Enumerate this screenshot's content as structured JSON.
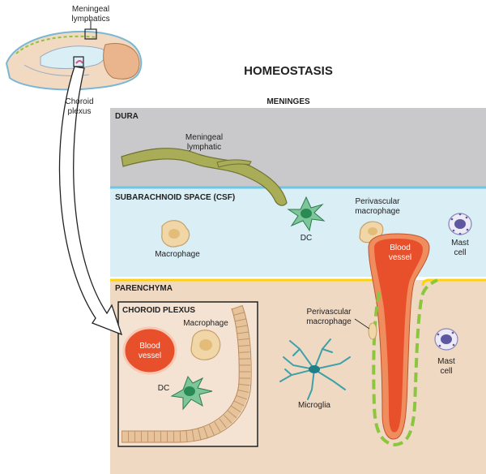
{
  "title": "HOMEOSTASIS",
  "mouse_labels": {
    "meningeal_lymphatics_line1": "Meningeal",
    "meningeal_lymphatics_line2": "lymphatics",
    "choroid_plexus_line1": "Choroid",
    "choroid_plexus_line2": "plexus"
  },
  "meninges_label": "MENINGES",
  "layers": {
    "dura": "DURA",
    "subarachnoid": "SUBARACHNOID SPACE (CSF)",
    "parenchyma": "PARENCHYMA"
  },
  "cells": {
    "meningeal_lymphatic_line1": "Meningeal",
    "meningeal_lymphatic_line2": "lymphatic",
    "dc": "DC",
    "perivascular_macrophage_line1": "Perivascular",
    "perivascular_macrophage_line2": "macrophage",
    "macrophage": "Macrophage",
    "blood_vessel_line1": "Blood",
    "blood_vessel_line2": "vessel",
    "mast_cell_line1": "Mast",
    "mast_cell_line2": "cell",
    "microglia": "Microglia"
  },
  "choroid_plexus_box": {
    "title": "CHOROID PLEXUS",
    "blood_vessel_line1": "Blood",
    "blood_vessel_line2": "vessel",
    "macrophage": "Macrophage",
    "dc": "DC"
  },
  "colors": {
    "dura": "#c9c9cb",
    "csf": "#d9eef5",
    "parenchyma": "#efd9c3",
    "lymphatic": "#a9ad58",
    "blood_vessel": "#e8502c",
    "dc": "#7cc69a",
    "macrophage": "#f1d6a8",
    "microglia": "#3ea0a8",
    "mast_cell": "#8b84b8",
    "green_dash": "#8cc63f",
    "border_yellow": "#ffd400"
  }
}
